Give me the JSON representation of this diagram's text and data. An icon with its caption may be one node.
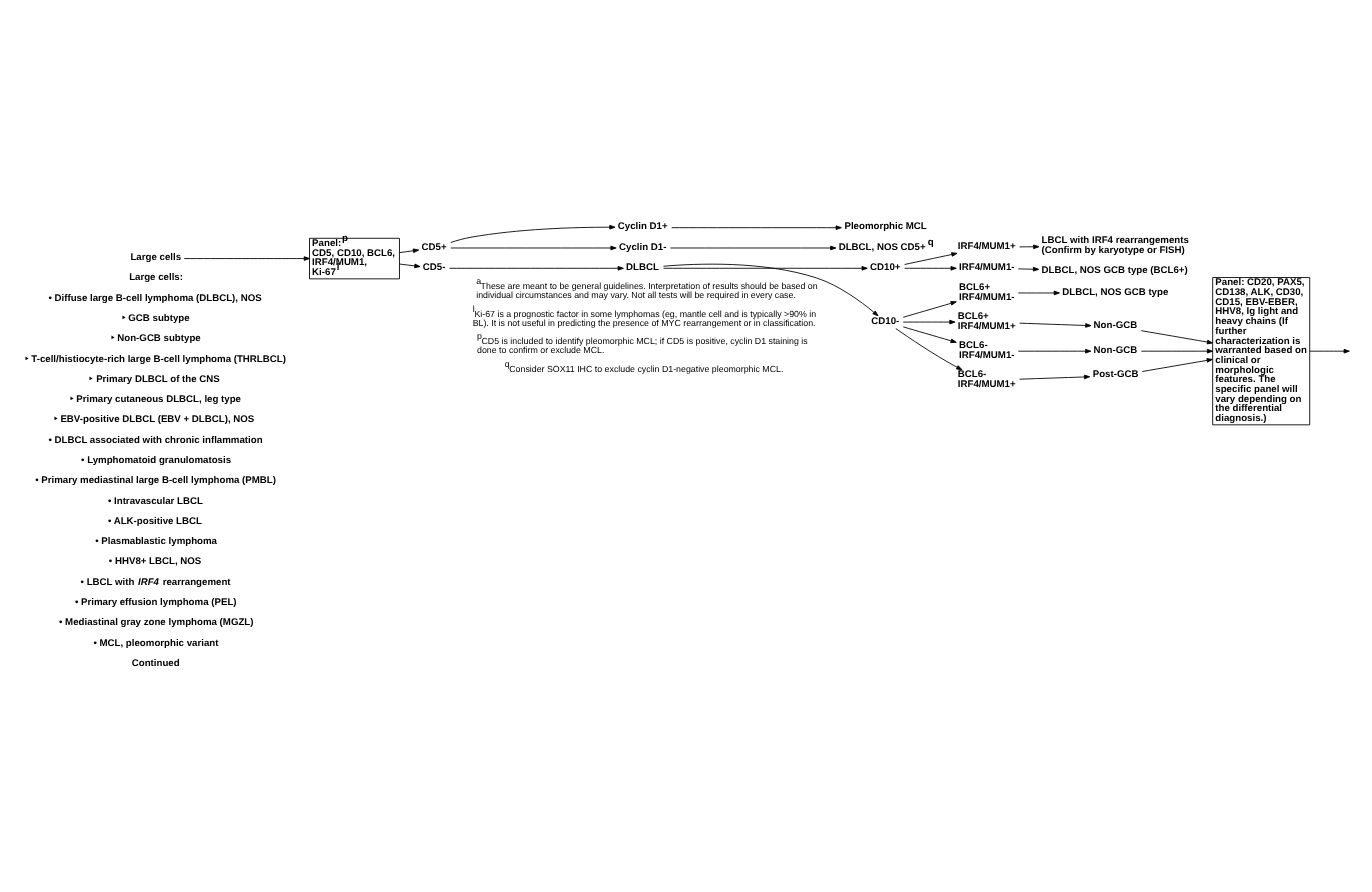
{
  "diagram": {
    "nodes": [
      {
        "text": [
          "Large cells"
        ]
      },
      {
        "text": [
          "Panel:$^{p}$ CD5, CD10, BCL6, IRF4/MUM1, Ki-67$^{l}$"
        ]
      },
      {
        "text": [
          "CD5+"
        ]
      },
      {
        "text": [
          "Cyclin D1+"
        ]
      },
      {
        "text": [
          "Pleomorphic MCL"
        ]
      },
      {
        "text": [
          "Cyclin D1-"
        ]
      },
      {
        "text": [
          "DLBCL, NOS CD5+$^{q}$"
        ]
      },
      {
        "text": [
          "CD5-"
        ]
      },
      {
        "text": [
          "DLBCL"
        ]
      },
      {
        "text": [
          "CD10+"
        ]
      },
      {
        "text": [
          "IRF4/MUM1+"
        ]
      },
      {
        "text": [
          "LBCL with IRF4 rearrangements (Confirm by karyotype or FISH)"
        ]
      },
      {
        "text": [
          "IRF4/MUM1-"
        ]
      },
      {
        "text": [
          "DLBCL, NOS GCB type (BCL6+)"
        ]
      },
      {
        "text": [
          "CD10-"
        ]
      },
      {
        "text": [
          "BCL6+ IRF4/MUM1-"
        ]
      },
      {
        "text": [
          "DLBCL, NOS GCB type"
        ]
      },
      {
        "text": [
          "BCL6+ IRF4/MUM1+"
        ]
      },
      {
        "text": [
          "Non-GCB"
        ]
      },
      {
        "text": [
          "BCL6- IRF4/MUM1-"
        ]
      },
      {
        "text": [
          "Non-GCB"
        ]
      },
      {
        "text": [
          "BCL6- IRF4/MUM1+"
        ]
      },
      {
        "text": [
          "Post-GCB"
        ]
      },
      {
        "text": [
          "Panel: CD20, PAX5, CD138, ALK, CD30, CD15, EBV-EBER, HHV8, Ig light and heavy chains (If further characterization is warranted based on clinical or morphologic features. The specific panel will vary depending on the differential diagnosis.)"
        ]
      }
    ],
    "edges": [
      {
        "from": 0,
        "to": 1,
        "arrow": "to"
      },
      {
        "from": 1,
        "to": 2,
        "arrow": "to"
      },
      {
        "from": 1,
        "to": 7,
        "arrow": "to"
      },
      {
        "from": 2,
        "to": 3,
        "arrow": "to"
      },
      {
        "from": 2,
        "to": 5,
        "arrow": "to"
      },
      {
        "from": 3,
        "to": 4,
        "arrow": "to"
      },
      {
        "from": 5,
        "to": 6,
        "arrow": "to"
      },
      {
        "from": 7,
        "to": 8,
        "arrow": "to"
      },
      {
        "from": 8,
        "to": 9,
        "arrow": "to"
      },
      {
        "from": 8,
        "to": 14,
        "arrow": "to"
      },
      {
        "from": 9,
        "to": 10,
        "arrow": "to"
      },
      {
        "from": 9,
        "to": 12,
        "arrow": "to"
      },
      {
        "from": 10,
        "to": 11,
        "arrow": "to"
      },
      {
        "from": 12,
        "to": 13,
        "arrow": "to"
      },
      {
        "from": 14,
        "to": 15,
        "arrow": "to"
      },
      {
        "from": 14,
        "to": 17,
        "arrow": "to"
      },
      {
        "from": 14,
        "to": 19,
        "arrow": "to"
      },
      {
        "from": 14,
        "to": 21,
        "arrow": "to"
      },
      {
        "from": 15,
        "to": 16,
        "arrow": "to"
      },
      {
        "from": 17,
        "to": 18,
        "arrow": "to"
      },
      {
        "from": 19,
        "to": 20,
        "arrow": "to"
      },
      {
        "from": 21,
        "to": 22,
        "arrow": "to"
      },
      {
        "from": 18,
        "to": 23,
        "arrow": "to"
      },
      {
        "from": 20,
        "to": 23,
        "arrow": "to"
      },
      {
        "from": 22,
        "to": 23,
        "arrow": "to"
      },
      {
        "from": 23,
        "to": null,
        "arrow": "to"
      }
    ],
    "labels": [
      "Large cells:",
      "• Diffuse large B-cell lymphoma (DLBCL), NOS",
      "‣ GCB subtype",
      "‣ Non-GCB subtype",
      "‣ T-cell/histiocyte-rich large B-cell lymphoma (THRLBCL)",
      "‣ Primary DLBCL of the CNS",
      "‣ Primary cutaneous DLBCL, leg type",
      "‣ EBV-positive DLBCL (EBV + DLBCL), NOS",
      "• DLBCL associated with chronic inflammation",
      "• Lymphomatoid granulomatosis",
      "• Primary mediastinal large B-cell lymphoma (PMBL)",
      "• Intravascular LBCL",
      "• ALK-positive LBCL",
      "• Plasmablastic lymphoma",
      "• HHV8+ LBCL, NOS",
      "• LBCL with *IRF4* rearrangement",
      "• Primary effusion lymphoma (PEL)",
      "• Mediastinal gray zone lymphoma (MGZL)",
      "• MCL, pleomorphic variant",
      "Continued",
      "$^{a}$These are meant to be general guidelines. Interpretation of results should be based on individual circumstances and may vary. Not all tests will be required in every case.",
      "$^{l}$Ki-67 is a prognostic factor in some lymphomas (eg, mantle cell and is typically >90% in BL). It is not useful in predicting the presence of MYC rearrangement or in classification.",
      "$^{p}$CD5 is included to identify pleomorphic MCL; if CD5 is positive, cyclin D1 staining is done to confirm or exclude MCL.",
      "$^{q}$Consider SOX11 IHC to exclude cyclin D1-negative pleomorphic MCL."
    ]
  }
}
